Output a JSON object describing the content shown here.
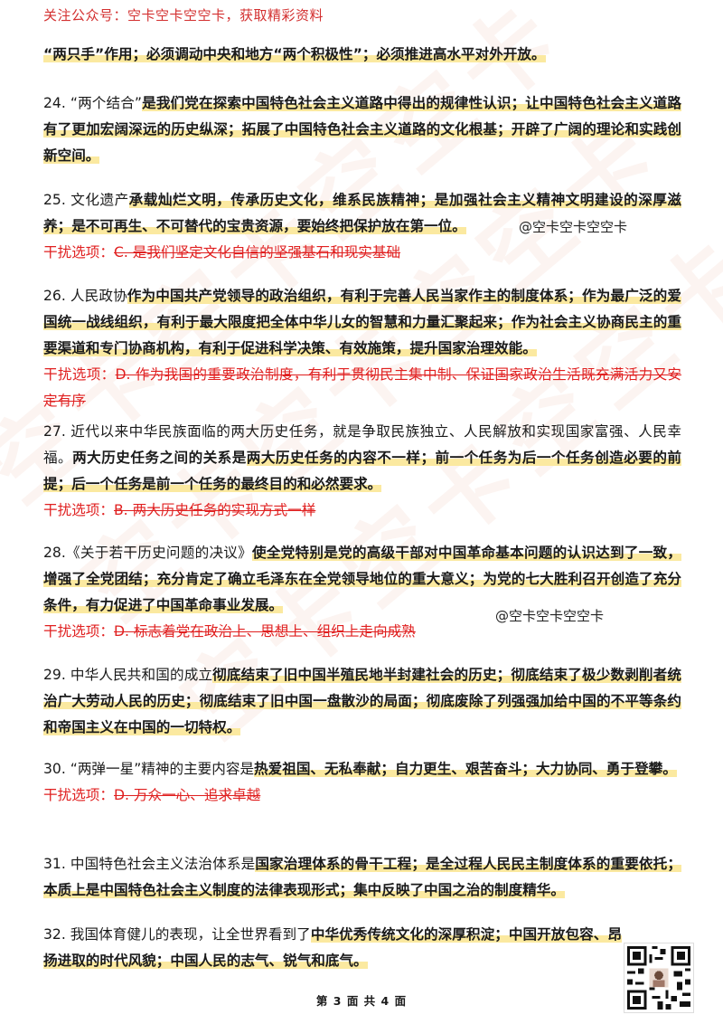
{
  "header": "关注公众号：空卡空卡空空卡，获取精彩资料",
  "watermark_text": "空卡空卡空空卡",
  "stamp_text": "@空卡空卡空空卡",
  "items": [
    {
      "parts": [
        {
          "t": "“两只手”作用；必须调动中央和地方“两个积极性”；必须推进高水平对外开放。",
          "hl": true
        }
      ]
    },
    {
      "parts": [
        {
          "t": "24. “两个结合”",
          "hl": false
        },
        {
          "t": "是我们党在探索中国特色社会主义道路中得出的规律性认识；让中国特色社会主义道路有了更加宏阔深远的历史纵深；拓展了中国特色社会主义道路的文化根基；开辟了广阔的理论和实践创新空间。",
          "hl": true
        }
      ]
    },
    {
      "parts": [
        {
          "t": "25. 文化遗产",
          "hl": false
        },
        {
          "t": "承载灿烂文明，传承历史文化，维系民族精神；是加强社会主义精神文明建设的深厚滋养；是不可再生、不可替代的宝贵资源，要始终把保护放在第一位。",
          "hl": true
        }
      ],
      "d_label": "干扰选项：",
      "d_text": "C. 是我们坚定文化自信的坚强基石和现实基础"
    },
    {
      "parts": [
        {
          "t": "26. 人民政协",
          "hl": false
        },
        {
          "t": "作为中国共产党领导的政治组织，有利于完善人民当家作主的制度体系；作为最广泛的爱国统一战线组织，有利于最大限度把全体中华儿女的智慧和力量汇聚起来；作为社会主义协商民主的重要渠道和专门协商机构，有利于促进科学决策、有效施策，提升国家治理效能。",
          "hl": true
        }
      ],
      "d_label": "干扰选项：",
      "d_text": "D. 作为我国的重要政治制度，有利于贯彻民主集中制、保证国家政治生活既充满活力又安定有序"
    },
    {
      "parts": [
        {
          "t": "27. 近代以来中华民族面临的两大历史任务，就是争取民族独立、人民解放和实现国家富强、人民幸福。",
          "hl": false
        },
        {
          "t": "两大历史任务之间的关系是",
          "hl": "bold"
        },
        {
          "t": "两大历史任务的内容不一样；前一个任务为后一个任务创造必要的前提；后一个任务是前一个任务的最终目的和必然要求。",
          "hl": true
        }
      ],
      "d_label": "干扰选项：",
      "d_text": "B. 两大历史任务的实现方式一样"
    },
    {
      "parts": [
        {
          "t": "28.《关于若干历史问题的决议》",
          "hl": false
        },
        {
          "t": "使全党特别是党的高级干部对中国革命基本问题的认识达到了一致，增强了全党团结；充分肯定了确立毛泽东在全党领导地位的重大意义；为党的七大胜利召开创造了充分条件，有力促进了中国革命事业发展。",
          "hl": true
        }
      ],
      "d_label": "干扰选项：",
      "d_text": "D. 标志着党在政治上、思想上、组织上走向成熟"
    },
    {
      "parts": [
        {
          "t": "29. 中华人民共和国的成立",
          "hl": false
        },
        {
          "t": "彻底结束了旧中国半殖民地半封建社会的历史；彻底结束了极少数剥削者统治广大劳动人民的历史；彻底结束了旧中国一盘散沙的局面；彻底废除了列强强加给中国的不平等条约和帝国主义在中国的一切特权。",
          "hl": true
        }
      ]
    },
    {
      "parts": [
        {
          "t": "30. “两弹一星”精神的主要内容是",
          "hl": false
        },
        {
          "t": "热爱祖国、无私奉献；自力更生、艰苦奋斗；大力协同、勇于登攀。",
          "hl": true
        }
      ],
      "d_label": "干扰选项：",
      "d_text": "D. 万众一心、追求卓越"
    },
    {
      "parts": [
        {
          "t": "31. 中国特色社会主义法治体系是",
          "hl": false
        },
        {
          "t": "国家治理体系的骨干工程；是全过程人民民主制度体系的重要依托；本质上是中国特色社会主义制度的法律表现形式；集中反映了中国之治的制度精华。",
          "hl": true
        }
      ]
    },
    {
      "parts": [
        {
          "t": "32. 我国体育健儿的表现，让全世界看到了",
          "hl": false
        },
        {
          "t": "中华优秀传统文化的深厚积淀；中国开放包容、昂扬进取的时代风貌；中国人民的志气、锐气和底气。",
          "hl": true
        }
      ]
    }
  ],
  "footer": "第 3 面 共 4 面"
}
